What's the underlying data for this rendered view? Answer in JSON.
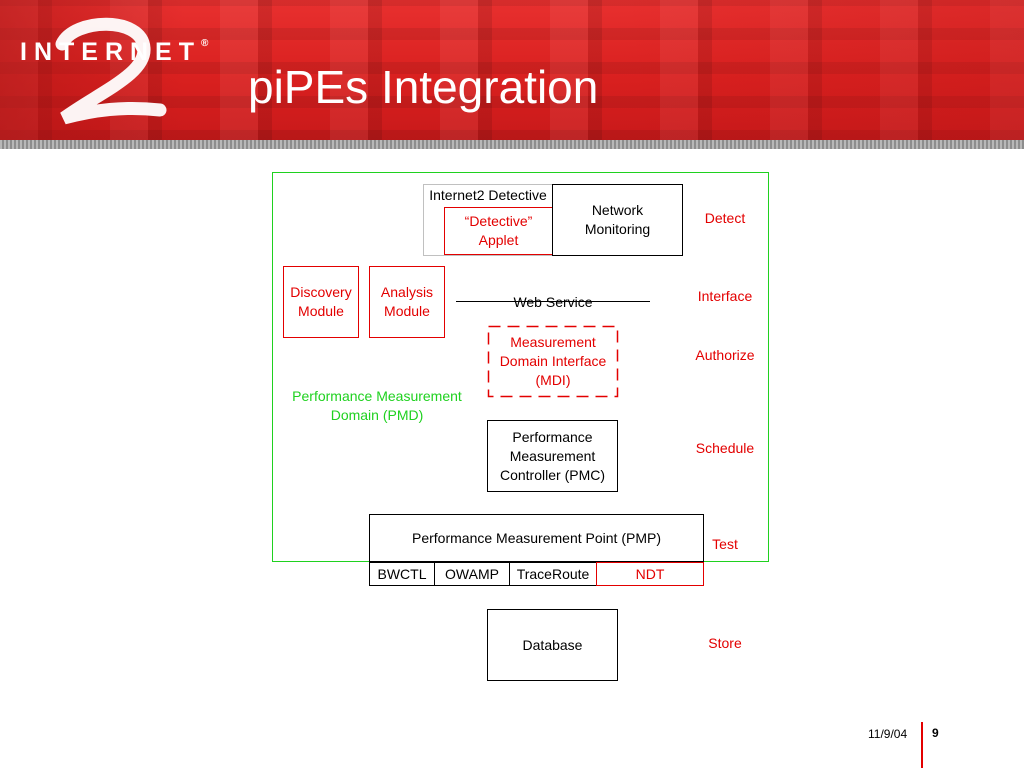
{
  "header": {
    "logo_text": "INTERNET",
    "logo_digit": "2",
    "registered_mark": "®",
    "title": "piPEs Integration"
  },
  "colors": {
    "banner_red": "#d9201f",
    "accent_red": "#e30000",
    "domain_green": "#1fd11f",
    "text_black": "#000000"
  },
  "diagram": {
    "detective": {
      "header": "Internet2 Detective",
      "applet": "“Detective” Applet",
      "network_monitoring": "Network Monitoring"
    },
    "discovery_module": "Discovery Module",
    "analysis_module": "Analysis Module",
    "web_service": "Web Service",
    "mdi": "Measurement Domain Interface (MDI)",
    "pmd_label": "Performance Measurement Domain (PMD)",
    "pmc": "Performance Measurement Controller (PMC)",
    "pmp": "Performance Measurement Point (PMP)",
    "tools": [
      "BWCTL",
      "OWAMP",
      "TraceRoute",
      "NDT"
    ],
    "database": "Database",
    "stages": [
      "Detect",
      "Interface",
      "Authorize",
      "Schedule",
      "Test",
      "Store"
    ]
  },
  "footer": {
    "date": "11/9/04",
    "page_number": "9"
  }
}
